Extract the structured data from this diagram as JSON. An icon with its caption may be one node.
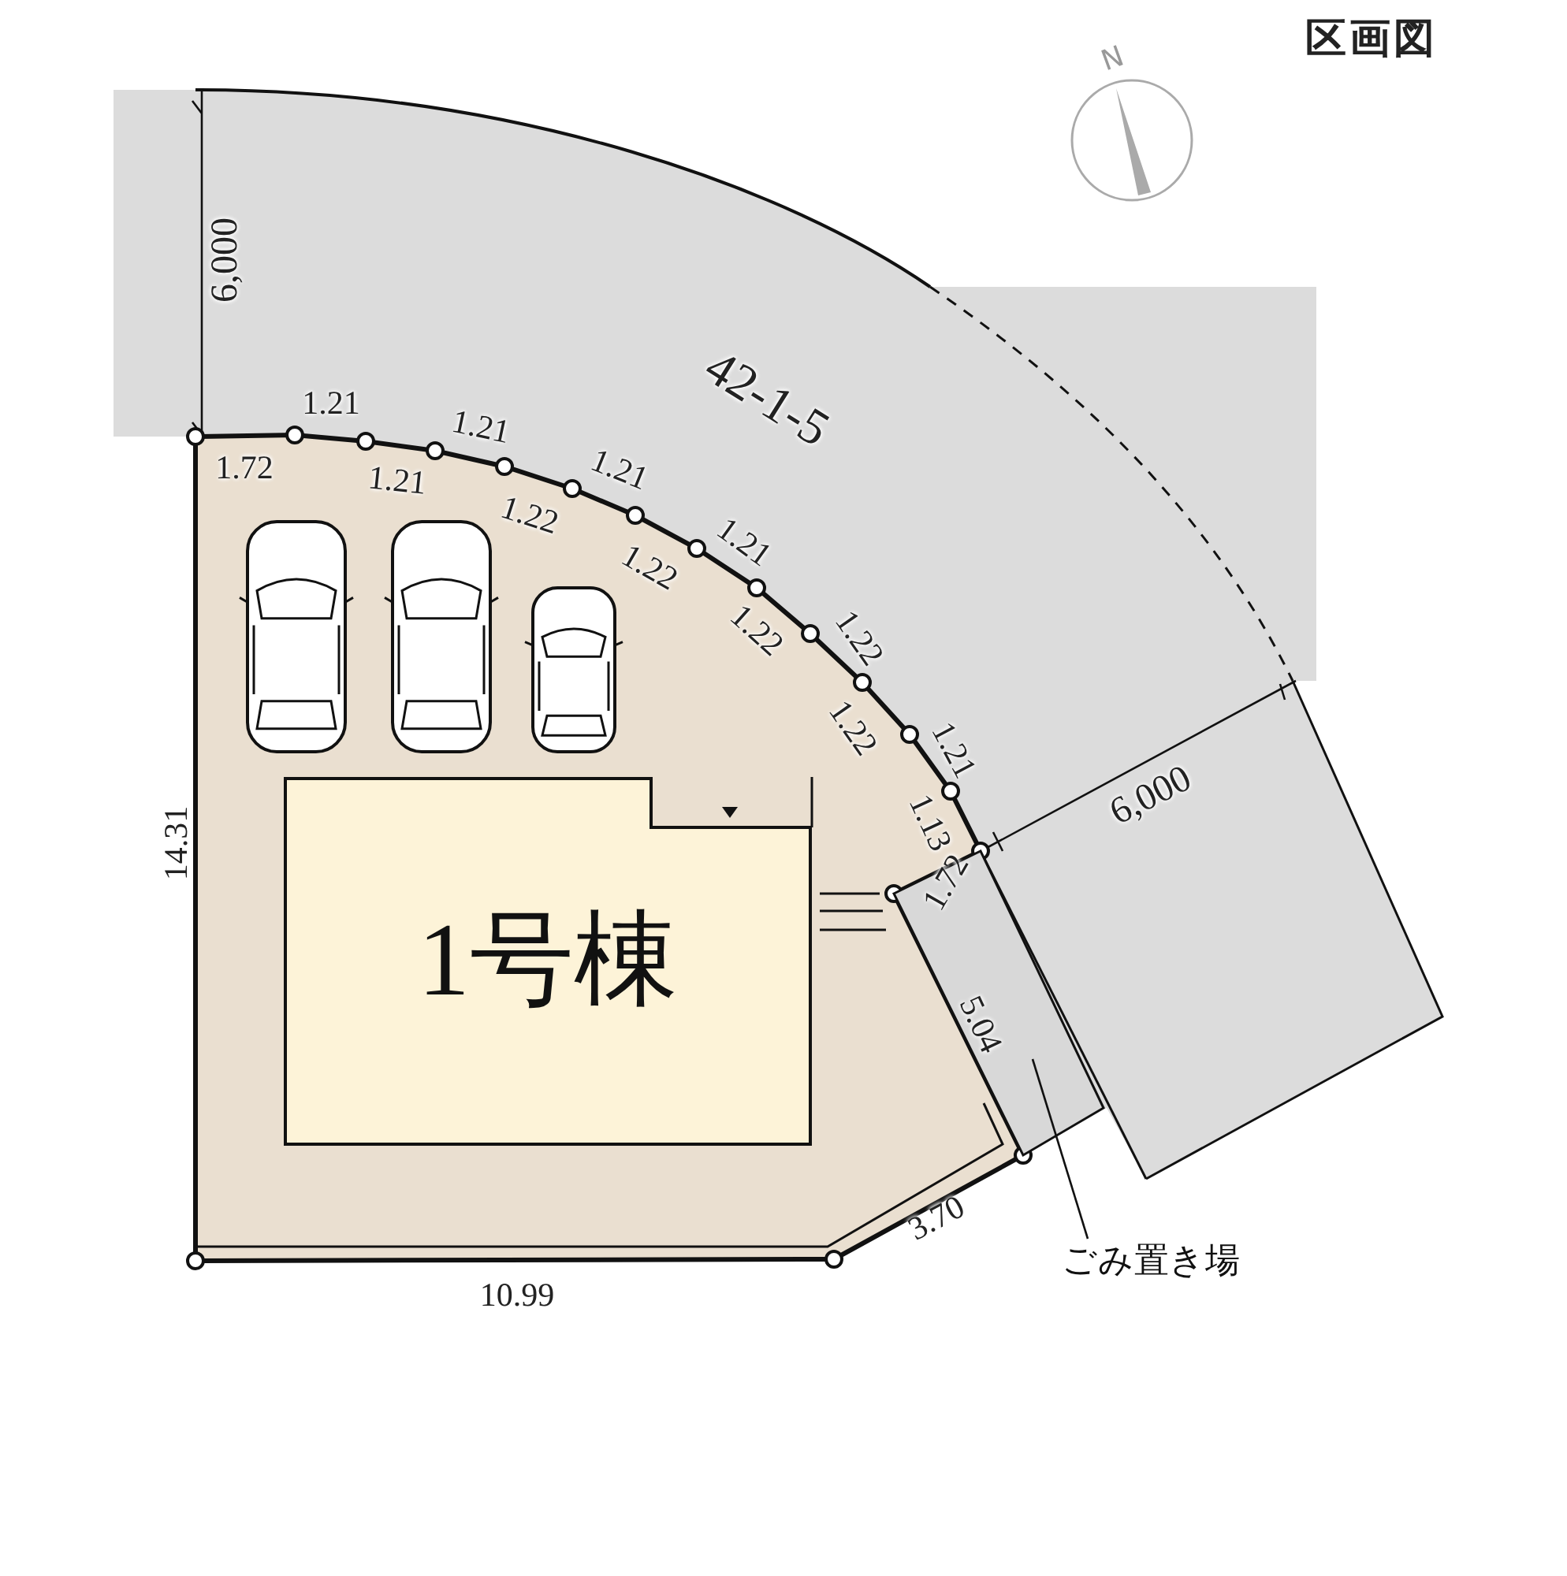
{
  "diagram": {
    "title": "区画図",
    "nodes": [
      {
        "text": [
          "1号棟"
        ]
      },
      {
        "text": [
          "ごみ置き場"
        ]
      },
      {
        "text": [],
        "shape": "box"
      }
    ],
    "edges": [
      {
        "from": 1,
        "to": 2,
        "arrow": "none"
      }
    ],
    "labels": [
      "N",
      "6,000",
      "42-1-5",
      "1.21",
      "1.72",
      "1.21",
      "1.21",
      "1.21",
      "1.22",
      "1.21",
      "1.22",
      "1.22",
      "1.22",
      "1.21",
      "1.22",
      "1.13",
      "6,000",
      "1.72",
      "14.31",
      "5.04",
      "3.70",
      "10.99"
    ]
  }
}
